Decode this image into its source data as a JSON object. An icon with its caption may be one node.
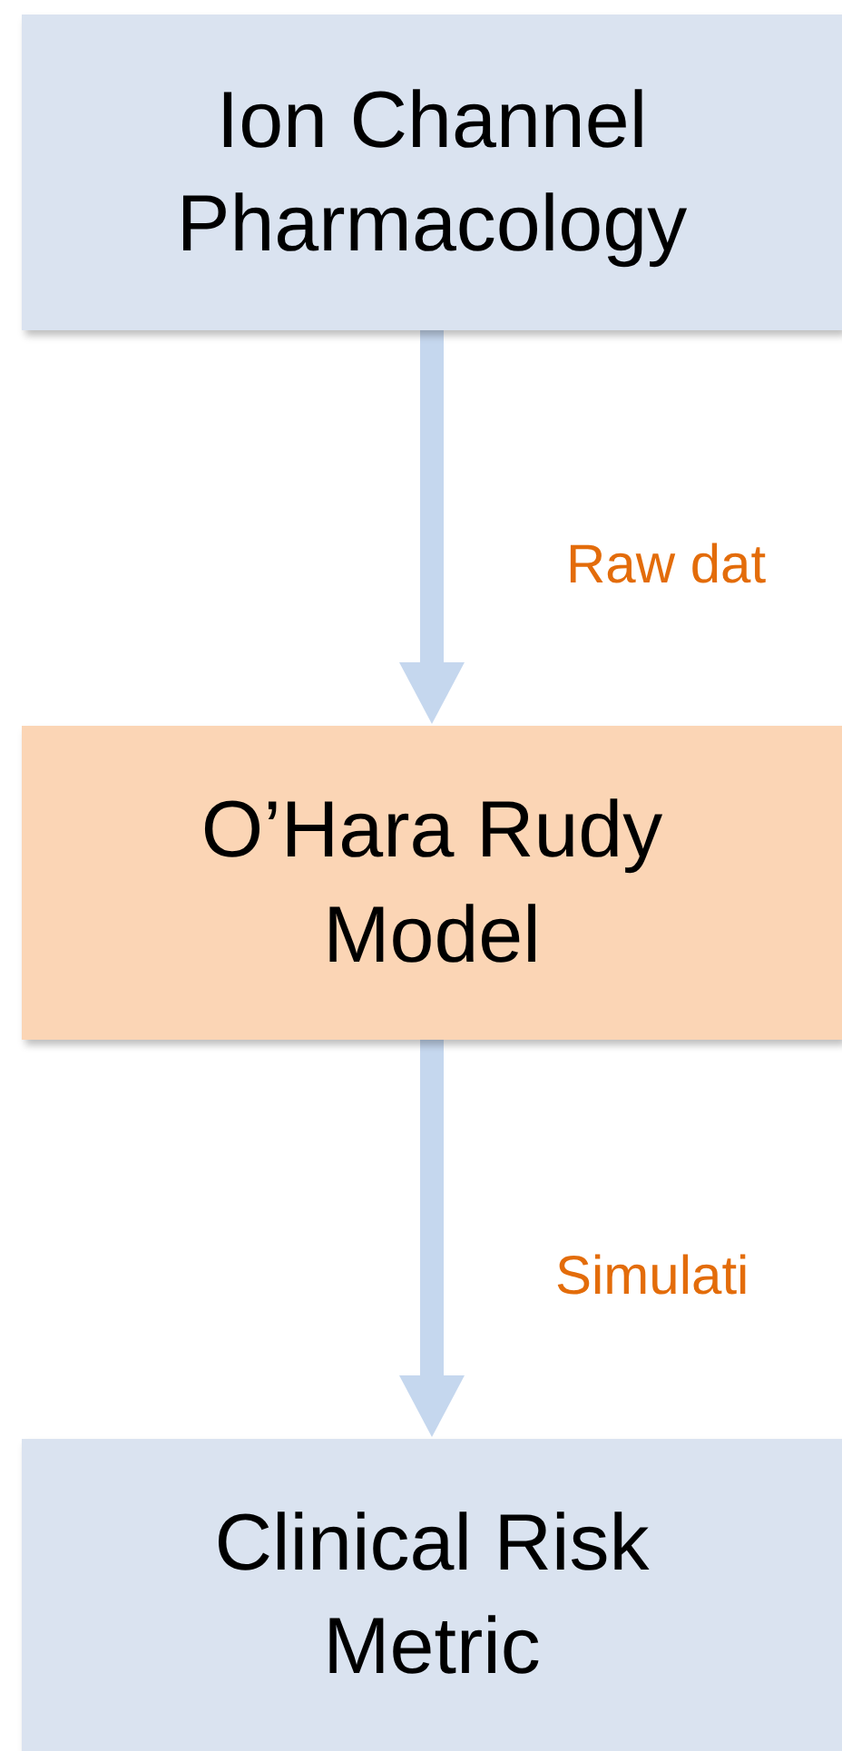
{
  "diagram": {
    "nodes": [
      {
        "text": [
          "Ion Channel Pharmacology"
        ]
      },
      {
        "text": [
          "O’Hara Rudy Model"
        ]
      },
      {
        "text": [
          "Clinical Risk Metric"
        ]
      }
    ],
    "edges": [
      {
        "from": 0,
        "to": 1,
        "arrow": "to",
        "label": "Raw dat"
      },
      {
        "from": 1,
        "to": 2,
        "arrow": "to",
        "label": "Simulati"
      }
    ]
  }
}
